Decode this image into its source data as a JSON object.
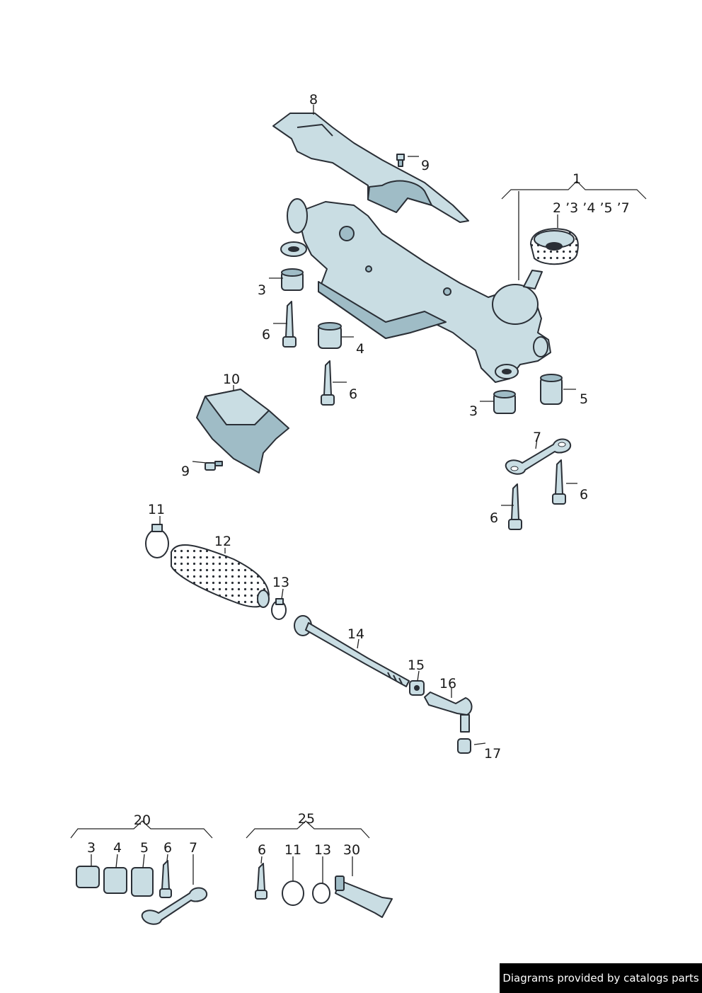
{
  "colors": {
    "part_fill": "#c9dde3",
    "part_shade": "#9fbcc6",
    "outline": "#2a2f36",
    "label_text": "#1a1a1a",
    "credit_bg": "#000000",
    "credit_text": "#ffffff"
  },
  "callouts": {
    "p8": "8",
    "p9a": "9",
    "p1": "1",
    "p1_sub": "2 ’3 ’4 ’5 ’7",
    "p3a": "3",
    "p6a": "6",
    "p4": "4",
    "p6b": "6",
    "p10": "10",
    "p3b": "3",
    "p5": "5",
    "p7": "7",
    "p9b": "9",
    "p6c": "6",
    "p6d": "6",
    "p11": "11",
    "p12": "12",
    "p13": "13",
    "p14": "14",
    "p15": "15",
    "p16": "16",
    "p17": "17",
    "p20": "20",
    "p20_3": "3",
    "p20_4": "4",
    "p20_5": "5",
    "p20_6": "6",
    "p20_7": "7",
    "p25": "25",
    "p25_6": "6",
    "p25_11": "11",
    "p25_13": "13",
    "p25_30": "30"
  },
  "credit": "Diagrams provided by catalogs parts"
}
